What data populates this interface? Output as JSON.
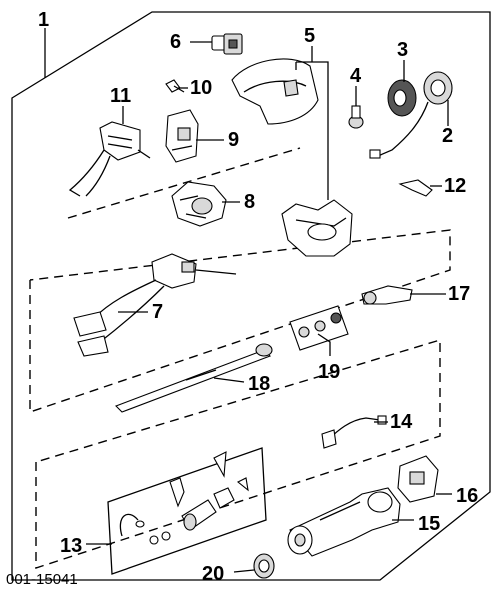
{
  "figure_code": "001-15041",
  "callouts": {
    "c1": "1",
    "c2": "2",
    "c3": "3",
    "c4": "4",
    "c5": "5",
    "c6": "6",
    "c7": "7",
    "c8": "8",
    "c9": "9",
    "c10": "10",
    "c11": "11",
    "c12": "12",
    "c13": "13",
    "c14": "14",
    "c15": "15",
    "c16": "16",
    "c17": "17",
    "c18": "18",
    "c19": "19",
    "c20": "20"
  }
}
